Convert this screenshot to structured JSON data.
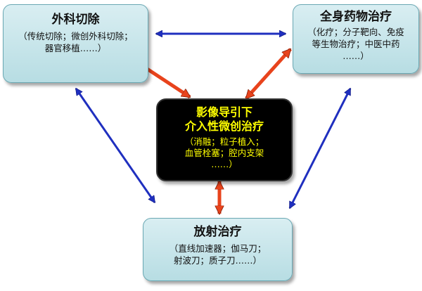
{
  "colors": {
    "arrow_blue": "#1f2fbf",
    "arrow_red": "#e8431c",
    "center_text": "#ffff00",
    "box_fill": "#c8e6eb"
  },
  "nodes": {
    "surgery": {
      "title": "外科切除",
      "desc_lines": [
        "（传统切除；微创外科切除；",
        "器官移植……）"
      ]
    },
    "systemic": {
      "title": "全身药物治疗",
      "desc_lines": [
        "（化疗；分子靶向、免疫",
        "等生物治疗；中医中药",
        "……）"
      ]
    },
    "interventional": {
      "title_lines": [
        "影像导引下",
        "介入性微创治疗"
      ],
      "desc_lines": [
        "（消融；粒子植入；",
        "血管栓塞；腔内支架",
        "……）"
      ]
    },
    "radiotherapy": {
      "title": "放射治疗",
      "desc_lines": [
        "（直线加速器；伽马刀；",
        "射波刀；质子刀……）"
      ]
    }
  }
}
